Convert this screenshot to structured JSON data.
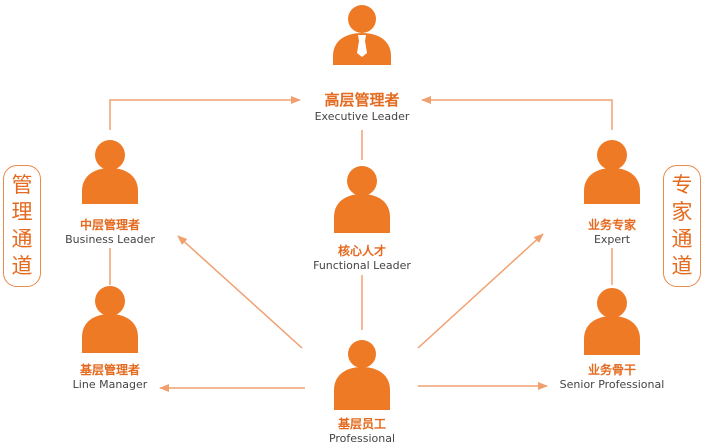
{
  "colors": {
    "accent": "#e46a1f",
    "arrow": "#f0a06e",
    "figure": "#ee7a26",
    "tie": "#ffffff"
  },
  "nodes": {
    "executive": {
      "cn": "高层管理者",
      "en": "Executive Leader",
      "icon": "person-with-tie-icon"
    },
    "business": {
      "cn": "中层管理者",
      "en": "Business Leader",
      "icon": "person-icon"
    },
    "line": {
      "cn": "基层管理者",
      "en": "Line Manager",
      "icon": "person-icon"
    },
    "functional": {
      "cn": "核心人才",
      "en": "Functional Leader",
      "icon": "person-icon"
    },
    "professional": {
      "cn": "基层员工",
      "en": "Professional",
      "icon": "person-icon"
    },
    "expert": {
      "cn": "业务专家",
      "en": "Expert",
      "icon": "person-icon"
    },
    "senior": {
      "cn": "业务骨干",
      "en": "Senior Professional",
      "icon": "person-icon"
    }
  },
  "channels": {
    "management": [
      "管",
      "理",
      "通",
      "道"
    ],
    "expert": [
      "专",
      "家",
      "通",
      "道"
    ]
  }
}
